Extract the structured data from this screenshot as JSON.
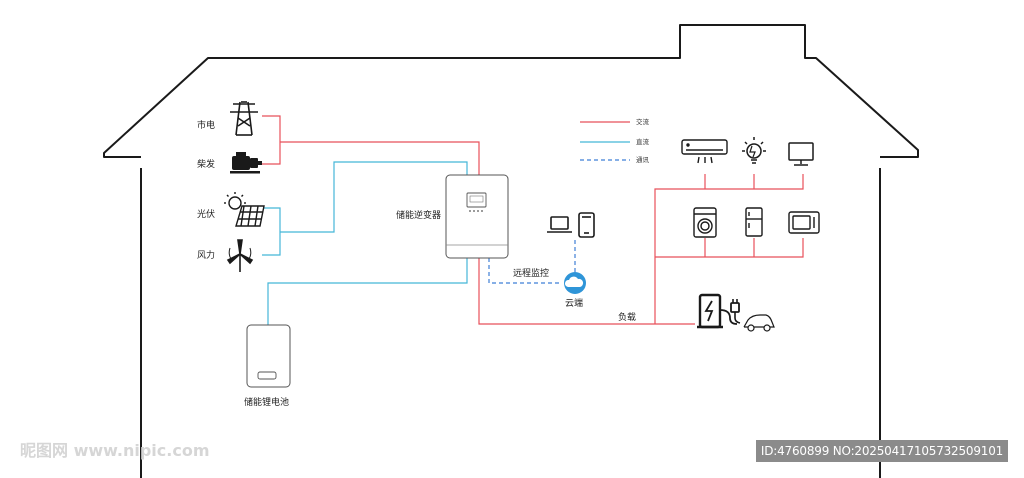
{
  "legend": {
    "ac": "交流",
    "dc": "直流",
    "comm": "通讯"
  },
  "sources": {
    "grid": "市电",
    "diesel": "柴发",
    "solar": "光伏",
    "wind": "风力"
  },
  "inverter": "储能逆变器",
  "battery": "储能锂电池",
  "remote_monitoring": "远程监控",
  "cloud": "云端",
  "load": "负载",
  "colors": {
    "ac": "#e8505b",
    "dc": "#45b6d8",
    "comm": "#3f7fd6",
    "outline": "#1a1a1a"
  },
  "icons": {
    "grid": "power-tower-icon",
    "diesel": "generator-engine-icon",
    "solar": "solar-panel-icon",
    "wind": "wind-turbine-icon",
    "laptop": "laptop-icon",
    "phone": "phone-icon",
    "cloud": "cloud-icon",
    "air_conditioner": "air-conditioner-icon",
    "bulb": "light-bulb-icon",
    "tv": "tv-icon",
    "washer": "washing-machine-icon",
    "fridge": "refrigerator-icon",
    "microwave": "microwave-icon",
    "charger": "ev-charger-icon",
    "car": "electric-car-icon"
  },
  "watermark": {
    "site": "昵图网 www.nipic.com",
    "id": "ID:4760899 NO:20250417105732509101"
  }
}
